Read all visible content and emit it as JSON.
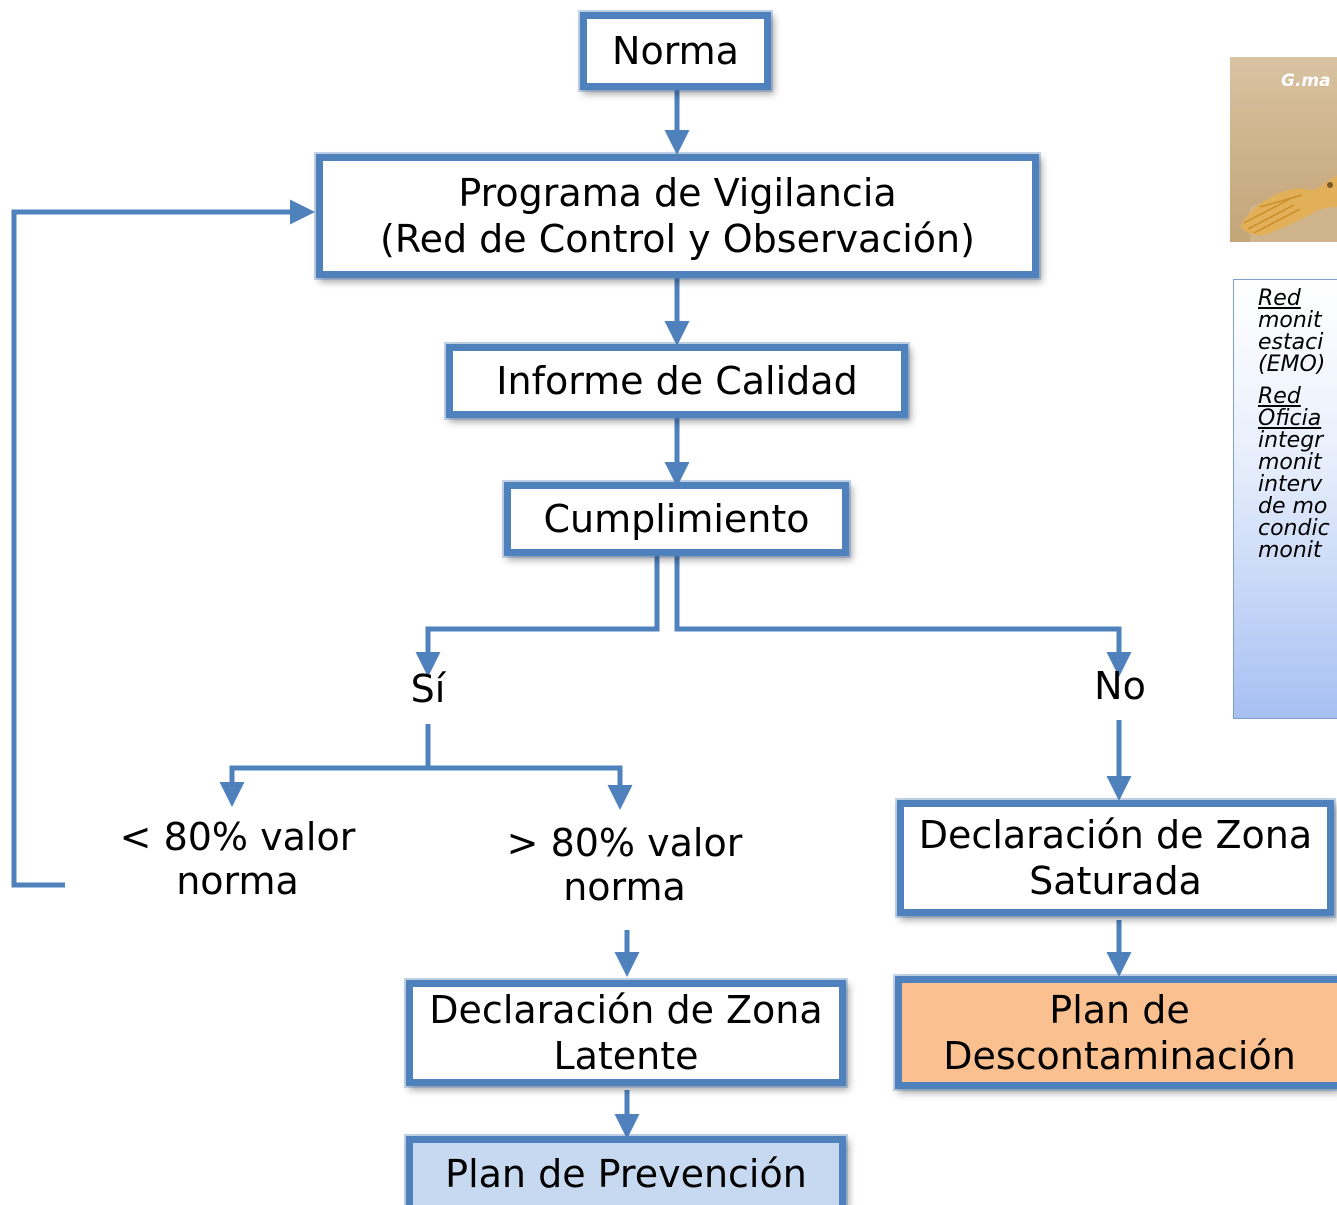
{
  "flow": {
    "norma": "Norma",
    "programa_line1": "Programa de Vigilancia",
    "programa_line2": "(Red de Control y Observación)",
    "informe": "Informe de Calidad",
    "cumplimiento": "Cumplimiento",
    "si": "Sí",
    "no": "No",
    "menor_line1": "< 80% valor",
    "menor_line2": "norma",
    "mayor_line1": "> 80% valor",
    "mayor_line2": "norma",
    "latente_line1": "Declaración de Zona",
    "latente_line2": "Latente",
    "prevencion": "Plan de Prevención",
    "saturada_line1": "Declaración de Zona",
    "saturada_line2": "Saturada",
    "descontaminacion_line1": "Plan de",
    "descontaminacion_line2": "Descontaminación"
  },
  "photo": {
    "caption": "G.ma"
  },
  "side_panel": {
    "lines": [
      {
        "text": "Red",
        "underline": true
      },
      {
        "text": "monit",
        "underline": false
      },
      {
        "text": "estaci",
        "underline": false
      },
      {
        "text": "(EMO)",
        "underline": false
      },
      {
        "text": "Red",
        "underline": true,
        "gap": true
      },
      {
        "text": "Oficia",
        "underline": true
      },
      {
        "text": "integr",
        "underline": false
      },
      {
        "text": "monit",
        "underline": false
      },
      {
        "text": "interv",
        "underline": false
      },
      {
        "text": "de mo",
        "underline": false
      },
      {
        "text": "condic",
        "underline": false
      },
      {
        "text": "monit",
        "underline": false
      }
    ]
  },
  "colors": {
    "box_border": "#4f81bd",
    "arrow": "#4f81bd",
    "prevention_fill": "#c6d9f1",
    "decontamination_fill": "#fac090"
  }
}
